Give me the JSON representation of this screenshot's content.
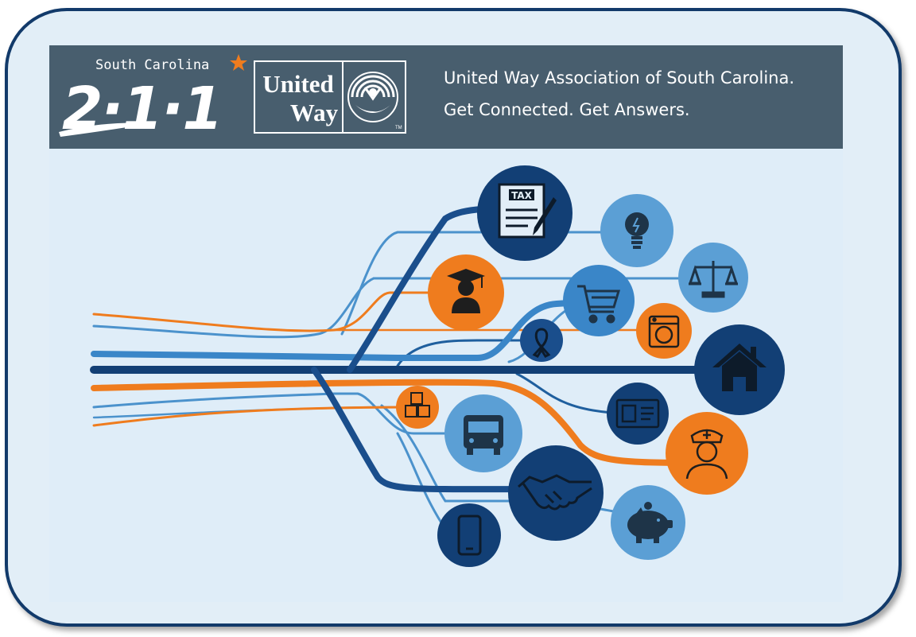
{
  "logo_211": {
    "region": "South Carolina",
    "number": "2·1·1"
  },
  "logo_united_way": {
    "line1": "United",
    "line2": "Way",
    "trademark": "TM"
  },
  "tagline": {
    "line1": "United Way Association of South Carolina.",
    "line2": "Get Connected. Get Answers."
  },
  "tax_label": "TAX",
  "colors": {
    "navy": "#123f75",
    "mid_blue": "#1f5f9e",
    "light_blue": "#4b92cc",
    "pale_blue": "#5b9fd5",
    "orange": "#ef7c1e",
    "header": "#485e6e",
    "background": "#e2eef7"
  },
  "service_icons": [
    "tax-document-icon",
    "lightbulb-icon",
    "scales-of-justice-icon",
    "graduate-icon",
    "shopping-cart-icon",
    "washing-machine-icon",
    "awareness-ribbon-icon",
    "house-icon",
    "abc-blocks-icon",
    "bus-icon",
    "id-card-icon",
    "nurse-icon",
    "handshake-icon",
    "piggy-bank-icon",
    "mobile-phone-icon"
  ]
}
